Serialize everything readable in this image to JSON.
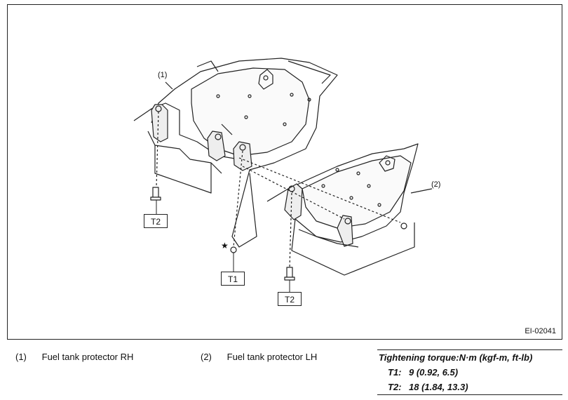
{
  "diagram": {
    "figure_id": "EI-02041",
    "callouts": [
      "(1)",
      "(2)"
    ],
    "bolt_labels": [
      "T2",
      "T1",
      "T2"
    ],
    "marker": "★"
  },
  "legend": [
    {
      "num": "(1)",
      "text": "Fuel tank protector RH"
    },
    {
      "num": "(2)",
      "text": "Fuel tank protector LH"
    }
  ],
  "torque": {
    "title": "Tightening torque:N·m (kgf-m, ft-lb)",
    "rows": [
      {
        "label": "T1:",
        "value": "9 (0.92, 6.5)"
      },
      {
        "label": "T2:",
        "value": "18 (1.84, 13.3)"
      }
    ]
  }
}
